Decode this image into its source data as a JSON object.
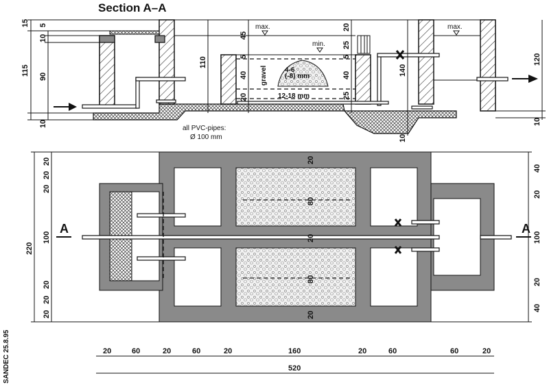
{
  "section": {
    "title": "Section A–A",
    "left_dims": {
      "d15": "15",
      "d5": "5",
      "d10a": "10",
      "d90": "90",
      "d115": "115",
      "d10b": "10"
    },
    "d110": "110",
    "mid_dims": {
      "d45": "45",
      "d5": "5",
      "d40": "40",
      "d20": "20"
    },
    "right_dims": {
      "d20": "20",
      "d25a": "25",
      "d5": "5",
      "d40": "40",
      "d25b": "25"
    },
    "d140": "140",
    "d120": "120",
    "d10_right": "10",
    "d10_bottom": "10",
    "labels": {
      "max_left": "max.",
      "min": "min.",
      "max_right": "max.",
      "gravel": "gravel",
      "fine_grain_1": "4-6",
      "fine_grain_2": "(-8) mm",
      "coarse_grain": "12-18 mm",
      "pipes_1": "all PVC-pipes:",
      "pipes_2": "Ø 100 mm"
    }
  },
  "plan": {
    "section_marker": "A",
    "left_dims": [
      "20",
      "20",
      "20",
      "100",
      "20",
      "20",
      "20"
    ],
    "d220": "220",
    "right_dims": [
      "40",
      "20",
      "100",
      "20",
      "40"
    ],
    "inner_dims": [
      "20",
      "80",
      "20",
      "80",
      "20"
    ],
    "bottom_dims": [
      "20",
      "60",
      "20",
      "60",
      "20",
      "160",
      "20",
      "60",
      "60",
      "20"
    ],
    "total_width": "520"
  },
  "credit": "SANDEC 25.8.95"
}
